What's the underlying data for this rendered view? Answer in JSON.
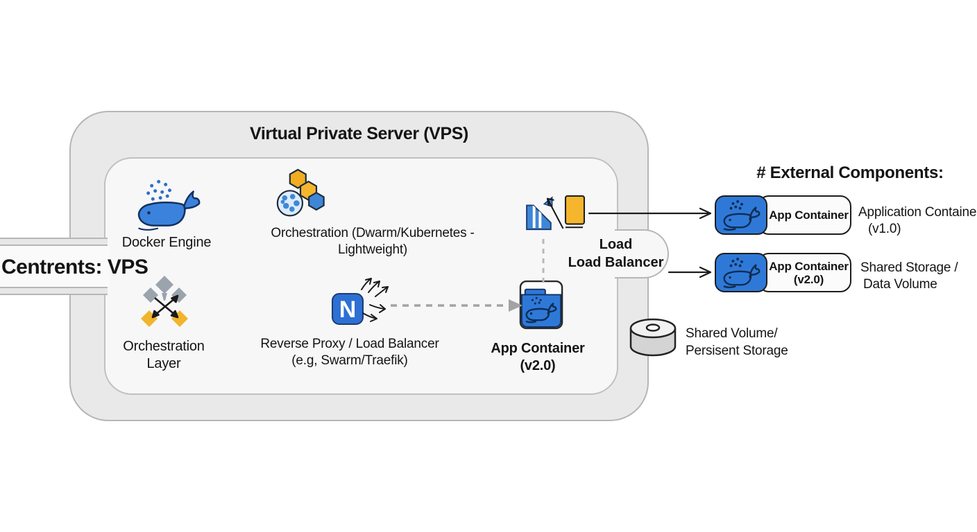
{
  "vps": {
    "title": "Virtual Private Server (VPS)",
    "left_tab_label": "Centrents: VPS",
    "docker_engine": {
      "label": "Docker Engine"
    },
    "orchestration": {
      "label": "Orchestration (Dwarm/Kubernetes - Lightweight)"
    },
    "orchestration_layer": {
      "line1": "Orchestration",
      "line2": "Layer"
    },
    "reverse_proxy": {
      "line1": "Reverse Proxy / Load Balancer",
      "line2": "(e.g, Swarm/Traefik)"
    },
    "app_container": {
      "line1": "App Container",
      "line2": "(v2.0)"
    },
    "load_balancer": {
      "line1": "Load",
      "line2": "Load Balancer"
    }
  },
  "external": {
    "heading": "# External Components:",
    "containers": [
      {
        "pill_label": "App Container",
        "pill_sub": "",
        "note_line1": "Application Containe",
        "note_line2": "(v1.0)"
      },
      {
        "pill_label": "App Container",
        "pill_sub": "(v2.0)",
        "note_line1": "Shared Storage /",
        "note_line2": "Data Volume"
      }
    ],
    "storage": {
      "line1": "Shared Volume/",
      "line2": "Persisent Storage"
    }
  },
  "icons": {
    "docker_engine": "whale-icon",
    "orchestration": "hexagon-cluster-icon",
    "orchestration_layer": "crossed-arrows-diamonds-icon",
    "reverse_proxy": "n-badge-arrows-icon",
    "load_balancer": "chart-trend-card-icon",
    "app_container": "container-whale-icon",
    "external_container": "whale-badge-icon",
    "storage": "cylinder-icon"
  },
  "colors": {
    "docker_blue": "#2e79d8",
    "outline_navy": "#14315e",
    "accent_orange": "#f5b62d",
    "diamond_gray": "#9ba3ad",
    "frame_fill": "#e9e9ea",
    "frame_line": "#b6b6b6",
    "inner_fill": "#f7f7f8",
    "dashed_gray": "#a3a3a3",
    "text": "#141414"
  }
}
